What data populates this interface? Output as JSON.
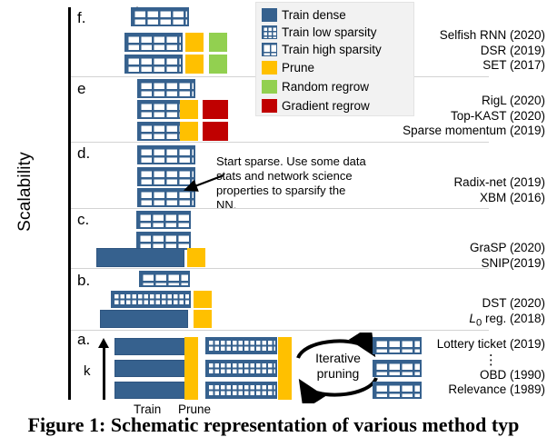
{
  "axis": {
    "y_label": "Scalability",
    "k_label": "k",
    "train_tick": "Train",
    "prune_tick": "Prune"
  },
  "legend": {
    "items": [
      {
        "name": "train-dense",
        "label": "Train dense",
        "color": "#36618E",
        "swatch": "sw-dense"
      },
      {
        "name": "train-low-sparsity",
        "label": "Train low sparsity",
        "color": "#36618E",
        "swatch": "sw-lo"
      },
      {
        "name": "train-high-sparsity",
        "label": "Train high sparsity",
        "color": "#36618E",
        "swatch": "sw-hi"
      },
      {
        "name": "prune",
        "label": "Prune",
        "color": "#FFC000",
        "swatch": "sw-prune"
      },
      {
        "name": "random-regrow",
        "label": "Random regrow",
        "color": "#92D050",
        "swatch": "sw-green"
      },
      {
        "name": "gradient-regrow",
        "label": "Gradient regrow",
        "color": "#C00000",
        "swatch": "sw-red"
      }
    ]
  },
  "annotation": {
    "text": "Start sparse. Use some data stats and network science properties to sparsify the NN."
  },
  "iterative": {
    "line1": "Iterative",
    "line2": "pruning"
  },
  "rows": {
    "f": {
      "letter": "f.",
      "methods": [
        "Selfish RNN (2020)",
        "DSR (2019)",
        "SET (2017)"
      ]
    },
    "e": {
      "letter": "e",
      "methods": [
        "RigL (2020)",
        "Top-KAST (2020)",
        "Sparse momentum (2019)"
      ]
    },
    "d": {
      "letter": "d.",
      "methods": [
        "Radix-net (2019)",
        "XBM (2016)"
      ]
    },
    "c": {
      "letter": "c.",
      "methods": [
        "GraSP (2020)",
        "SNIP(2019)"
      ]
    },
    "b": {
      "letter": "b.",
      "methods": [
        "DST (2020)"
      ],
      "method_l0_prefix": "L",
      "method_l0_sub": "0",
      "method_l0_rest": " reg. (2018)"
    },
    "a": {
      "letter": "a.",
      "methods_top": [
        "Lottery ticket (2019)"
      ],
      "dots": "⋮",
      "methods_bottom": [
        "OBD (1990)",
        "Relevance (1989)"
      ]
    }
  },
  "caption": {
    "text": "Figure 1: Schematic representation of various method typ"
  }
}
